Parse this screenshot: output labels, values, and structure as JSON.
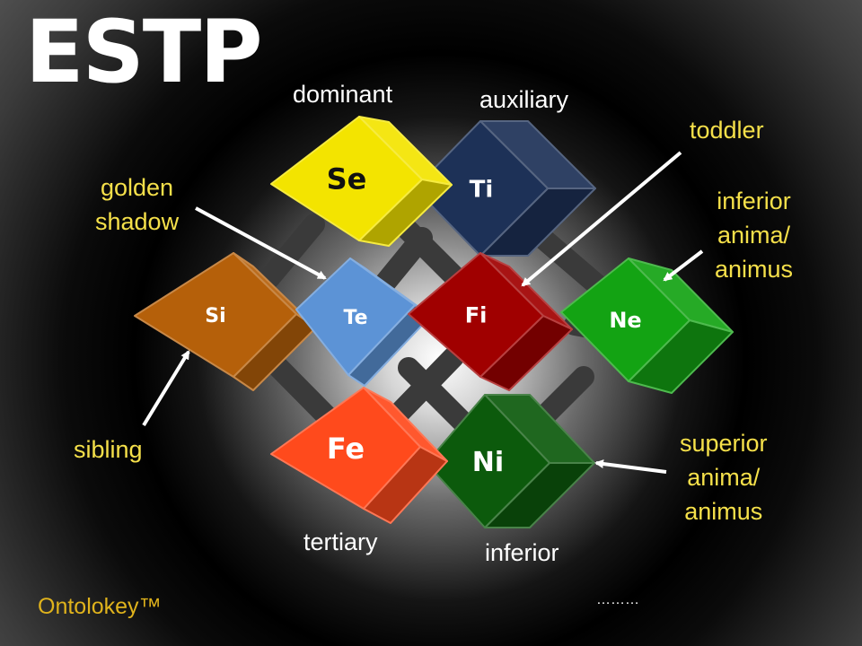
{
  "title": "ESTP",
  "brand": "Ontolokey™",
  "footer_dots": "………",
  "cubes": {
    "se": {
      "label": "Se",
      "role": "dominant",
      "color": "#f3e400"
    },
    "ti": {
      "label": "Ti",
      "role": "auxiliary",
      "color": "#1d3157"
    },
    "fe": {
      "label": "Fe",
      "role": "tertiary",
      "color": "#ff4a1c"
    },
    "ni": {
      "label": "Ni",
      "role": "inferior",
      "color": "#0c5a0c"
    },
    "te": {
      "label": "Te",
      "role": "golden shadow",
      "color": "#5c93d6"
    },
    "si": {
      "label": "Si",
      "role": "sibling",
      "color": "#b5600a"
    },
    "fi": {
      "label": "Fi",
      "role": "toddler",
      "color": "#a00000"
    },
    "ne": {
      "label": "Ne",
      "role": "inferior anima/animus",
      "color": "#13a313"
    }
  },
  "annotations": {
    "dominant": "dominant",
    "auxiliary": "auxiliary",
    "tertiary": "tertiary",
    "inferior": "inferior",
    "toddler": "toddler",
    "golden_shadow": [
      "golden",
      "shadow"
    ],
    "inferior_anima": [
      "inferior",
      "anima/",
      "animus"
    ],
    "sibling": "sibling",
    "superior_anima": [
      "superior",
      "anima/",
      "animus"
    ]
  }
}
